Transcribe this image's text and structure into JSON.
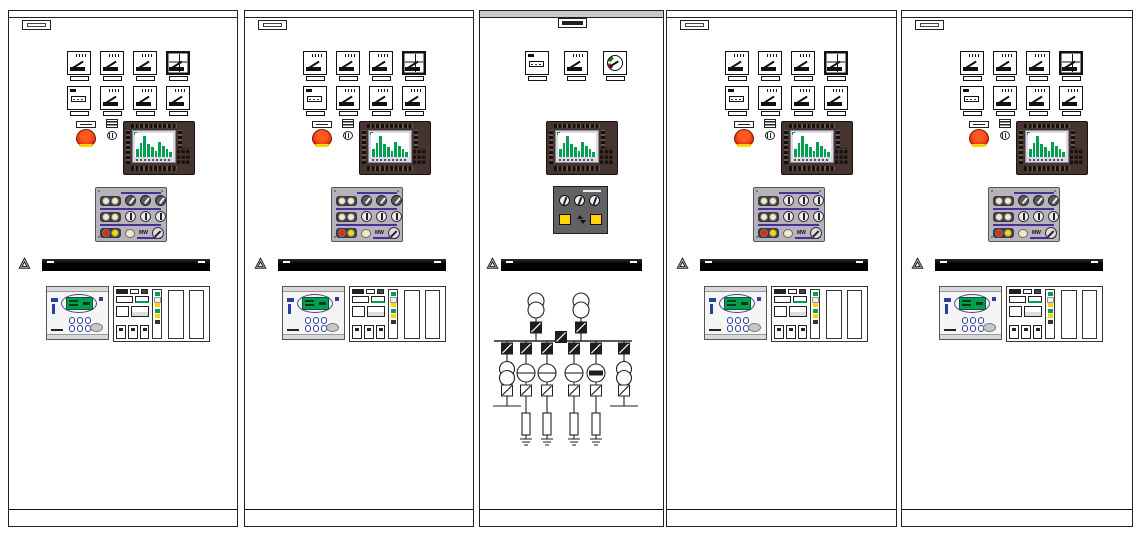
{
  "drawing": {
    "type": "switchboard-front-view",
    "panel_count": 5,
    "background": "#FFFFFF"
  },
  "panels": [
    {
      "name": "panel-1",
      "role": "machine-control",
      "instruments_top": [
        "analog-meter",
        "analog-meter",
        "analog-meter",
        "power-meter"
      ],
      "instruments_bottom": [
        "energy-counter",
        "analog-meter",
        "analog-meter",
        "analog-meter"
      ],
      "controls": [
        "emergency-stop",
        "key-switch",
        "hmi-operator-panel",
        "mimic-control-panel"
      ],
      "devices": [
        "voltage-regulator-relay",
        "io-module-rack"
      ],
      "label_text": ""
    },
    {
      "name": "panel-2",
      "role": "machine-control",
      "instruments_top": [
        "analog-meter",
        "analog-meter",
        "analog-meter",
        "power-meter"
      ],
      "instruments_bottom": [
        "energy-counter",
        "analog-meter",
        "analog-meter",
        "analog-meter"
      ],
      "controls": [
        "emergency-stop",
        "key-switch",
        "hmi-operator-panel",
        "mimic-control-panel"
      ],
      "devices": [
        "voltage-regulator-relay",
        "io-module-rack"
      ],
      "label_text": ""
    },
    {
      "name": "panel-3",
      "role": "coupling-synchronizing",
      "instruments_top": [
        "energy-counter",
        "analog-meter",
        "synchroscope"
      ],
      "controls": [
        "hmi-operator-panel",
        "synchronizing-device"
      ],
      "devices": [
        "single-line-mimic-diagram"
      ],
      "label_text": ""
    },
    {
      "name": "panel-4",
      "role": "machine-control",
      "instruments_top": [
        "analog-meter",
        "analog-meter",
        "analog-meter",
        "power-meter"
      ],
      "instruments_bottom": [
        "energy-counter",
        "analog-meter",
        "analog-meter",
        "analog-meter"
      ],
      "controls": [
        "emergency-stop",
        "key-switch",
        "hmi-operator-panel",
        "mimic-control-panel"
      ],
      "devices": [
        "voltage-regulator-relay",
        "io-module-rack"
      ],
      "label_text": ""
    },
    {
      "name": "panel-5",
      "role": "machine-control",
      "instruments_top": [
        "analog-meter",
        "analog-meter",
        "analog-meter",
        "power-meter"
      ],
      "instruments_bottom": [
        "energy-counter",
        "analog-meter",
        "analog-meter",
        "analog-meter"
      ],
      "controls": [
        "emergency-stop",
        "key-switch",
        "hmi-operator-panel",
        "mimic-control-panel"
      ],
      "devices": [
        "voltage-regulator-relay",
        "io-module-rack"
      ],
      "label_text": ""
    }
  ],
  "hmi": {
    "screen_bars": [
      34,
      58,
      88,
      55,
      40,
      26,
      64,
      46,
      32,
      20
    ],
    "bar_color": "#00A050",
    "body_color": "#463431",
    "screen_color": "#D9DAE6"
  },
  "mimic": {
    "mw_label": "MW",
    "accent_color": "#4C2E96",
    "bg_color": "#B6B3BD",
    "lamp_colors": [
      "#F2E9C4",
      "#E82800",
      "#FFD400"
    ]
  },
  "estop": {
    "button_color": "#E82E00",
    "collar_color": "#FFD400"
  },
  "relay": {
    "accent_color": "#2A3FA0",
    "bezel_color": "#5A3AA0",
    "display_color": "#00A050"
  },
  "single_line_diagram": {
    "incoming_transformers": 2,
    "bus_coupler": true,
    "outgoing_feeders": 6,
    "feeder_types": [
      "transformer",
      "converter",
      "converter",
      "converter",
      "converter",
      "transformer"
    ],
    "earthed_resistor_feeders": 4
  },
  "colors": {
    "panel_border": "#222222",
    "label_strip": "#000000",
    "sync_device_bg": "#626266"
  }
}
